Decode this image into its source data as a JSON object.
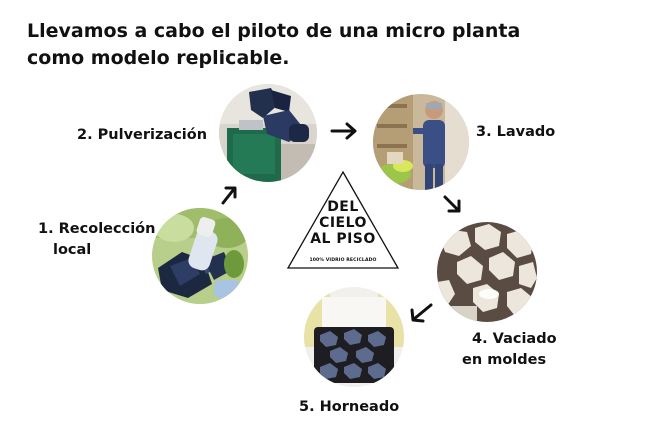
{
  "headline": {
    "line1": "Llevamos a cabo el piloto de una micro planta",
    "line2": "como modelo replicable."
  },
  "steps": [
    {
      "label_lines": [
        "1. Recolección",
        "local"
      ],
      "photo_icon": "glass-bottle-bags-photo"
    },
    {
      "label_lines": [
        "2. Pulverización"
      ],
      "photo_icon": "glass-crusher-machine-photo"
    },
    {
      "label_lines": [
        "3. Lavado"
      ],
      "photo_icon": "worker-washing-photo"
    },
    {
      "label_lines": [
        "4. Vaciado",
        "en moldes"
      ],
      "photo_icon": "hexagon-molds-photo"
    },
    {
      "label_lines": [
        "5. Horneado"
      ],
      "photo_icon": "kiln-tray-photo"
    }
  ],
  "logo": {
    "line1": "DEL",
    "line2": "CIELO",
    "line3": "AL PISO",
    "tagline": "100% VIDRIO RECICLADO"
  },
  "colors": {
    "text": "#111111",
    "background": "#ffffff",
    "arrow": "#111111"
  }
}
